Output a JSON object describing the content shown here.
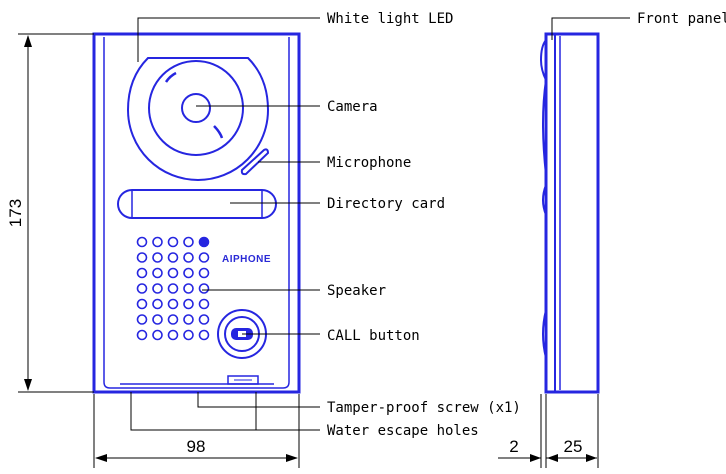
{
  "device": {
    "brand_label": "AIPHONE"
  },
  "callouts": {
    "white_light_led": "White light LED",
    "camera": "Camera",
    "microphone": "Microphone",
    "directory_card": "Directory card",
    "speaker": "Speaker",
    "call_button": "CALL button",
    "tamper_screw": "Tamper-proof screw (x1)",
    "water_holes": "Water escape holes",
    "front_panel": "Front panel"
  },
  "dimensions": {
    "height": "173",
    "width": "98",
    "panel_depth": "2",
    "depth": "25"
  },
  "speaker_grille": {
    "rows": 7,
    "columns": 5
  },
  "colors": {
    "outline": "#2626e0",
    "leader": "#000000"
  }
}
